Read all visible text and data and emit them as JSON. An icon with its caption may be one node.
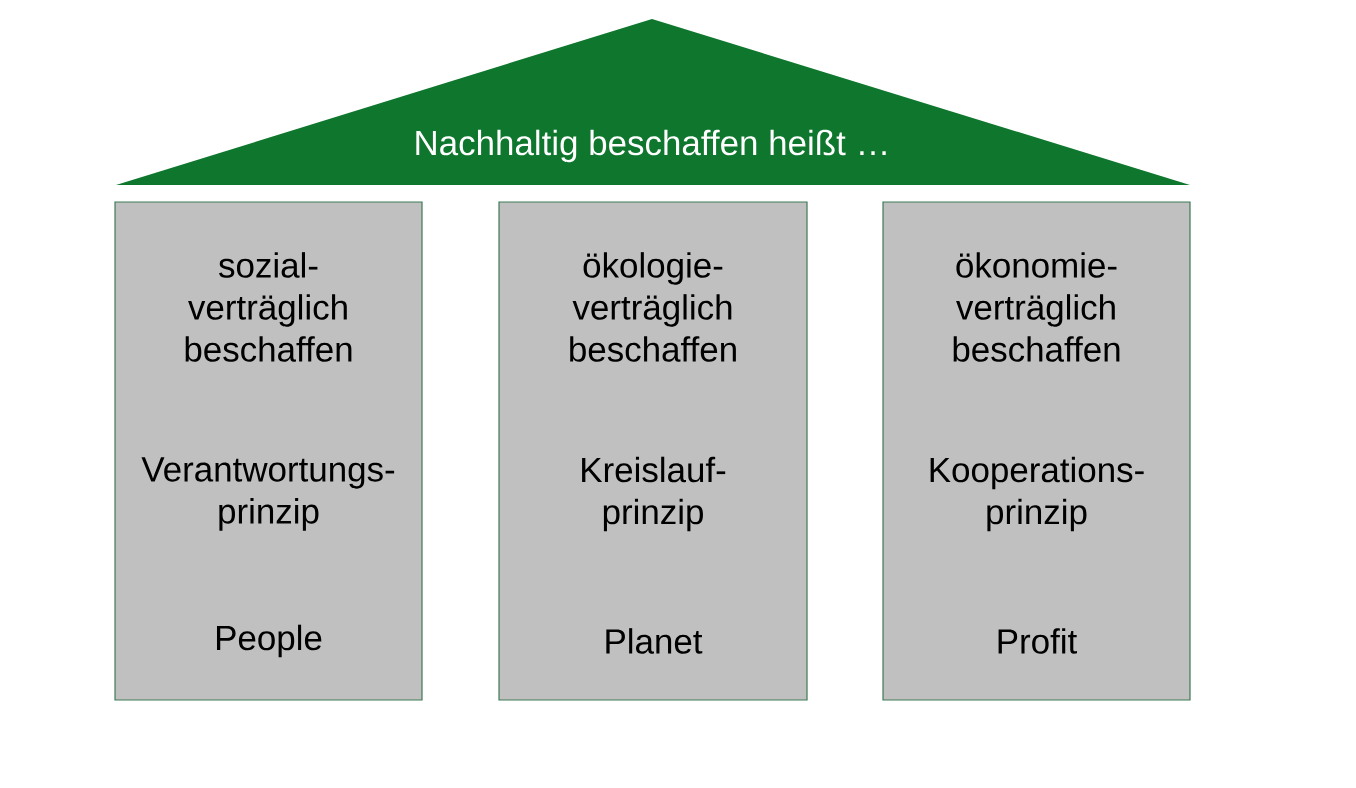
{
  "diagram": {
    "nodes": [
      {
        "text": [
          "Nachhaltig beschaffen heißt …"
        ]
      },
      {
        "text": [
          "sozial- verträglich beschaffen",
          "Verantwortungs- prinzip",
          "People"
        ]
      },
      {
        "text": [
          "ökologie- verträglich beschaffen",
          "Kreislauf- prinzip",
          "Planet"
        ]
      },
      {
        "text": [
          "ökonomie- verträglich beschaffen",
          "Kooperations- prinzip",
          "Profit"
        ]
      }
    ]
  }
}
